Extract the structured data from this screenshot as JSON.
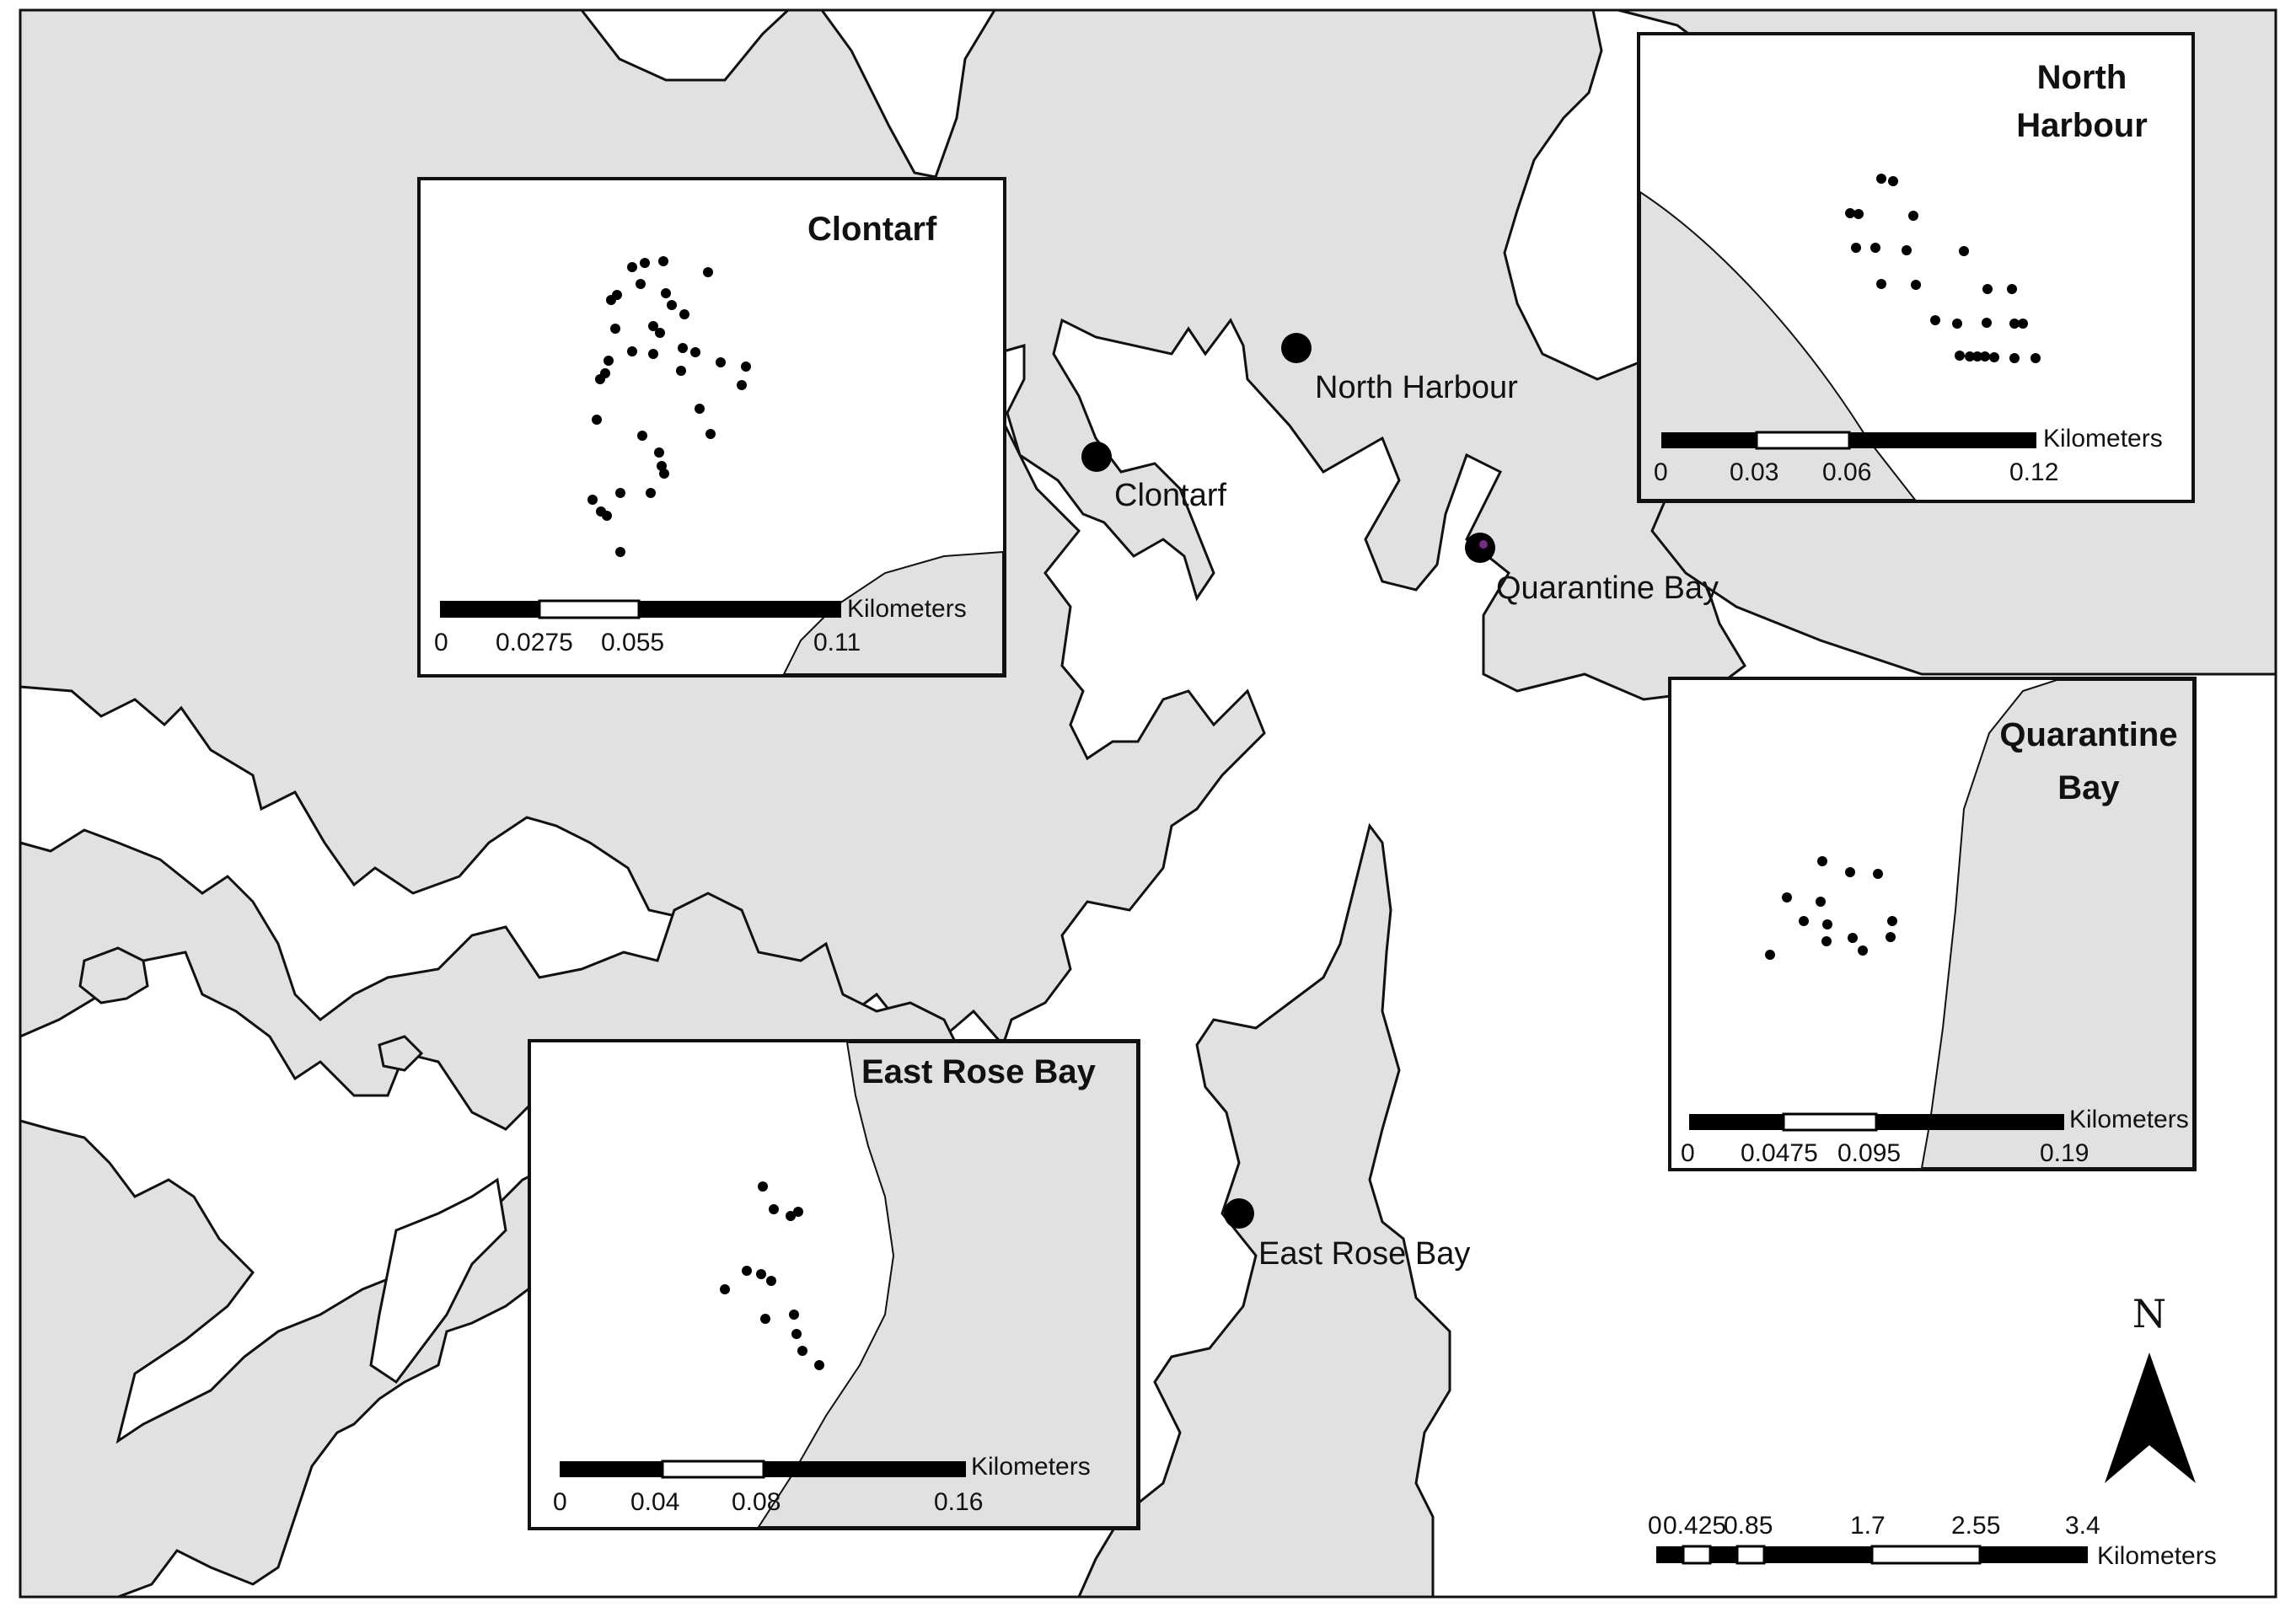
{
  "colors": {
    "land": "#e1e1e1",
    "water": "#ffffff",
    "outline": "#111111",
    "site_marker": "#000000",
    "quarantine_marker_accent": "#7a2a8a"
  },
  "sites": [
    {
      "name": "North Harbour",
      "label": "North Harbour"
    },
    {
      "name": "Clontarf",
      "label": "Clontarf"
    },
    {
      "name": "Quarantine Bay",
      "label": "Quarantine Bay"
    },
    {
      "name": "East Rose Bay",
      "label": "East Rose Bay"
    }
  ],
  "insets": {
    "clontarf": {
      "title": "Clontarf",
      "scale_unit": "Kilometers",
      "scale_ticks": [
        "0",
        "0.0275",
        "0.055",
        "0.11"
      ]
    },
    "north_harbour": {
      "title_line1": "North",
      "title_line2": "Harbour",
      "scale_unit": "Kilometers",
      "scale_ticks": [
        "0",
        "0.03",
        "0.06",
        "0.12"
      ]
    },
    "quarantine_bay": {
      "title_line1": "Quarantine",
      "title_line2": "Bay",
      "scale_unit": "Kilometers",
      "scale_ticks": [
        "0",
        "0.0475",
        "0.095",
        "0.19"
      ]
    },
    "east_rose_bay": {
      "title": "East Rose Bay",
      "scale_unit": "Kilometers",
      "scale_ticks": [
        "0",
        "0.04",
        "0.08",
        "0.16"
      ]
    }
  },
  "main_scale": {
    "unit": "Kilometers",
    "ticks": [
      "0",
      "0.425",
      "0.85",
      "1.7",
      "2.55",
      "3.4"
    ]
  },
  "north_arrow": {
    "label": "N"
  }
}
